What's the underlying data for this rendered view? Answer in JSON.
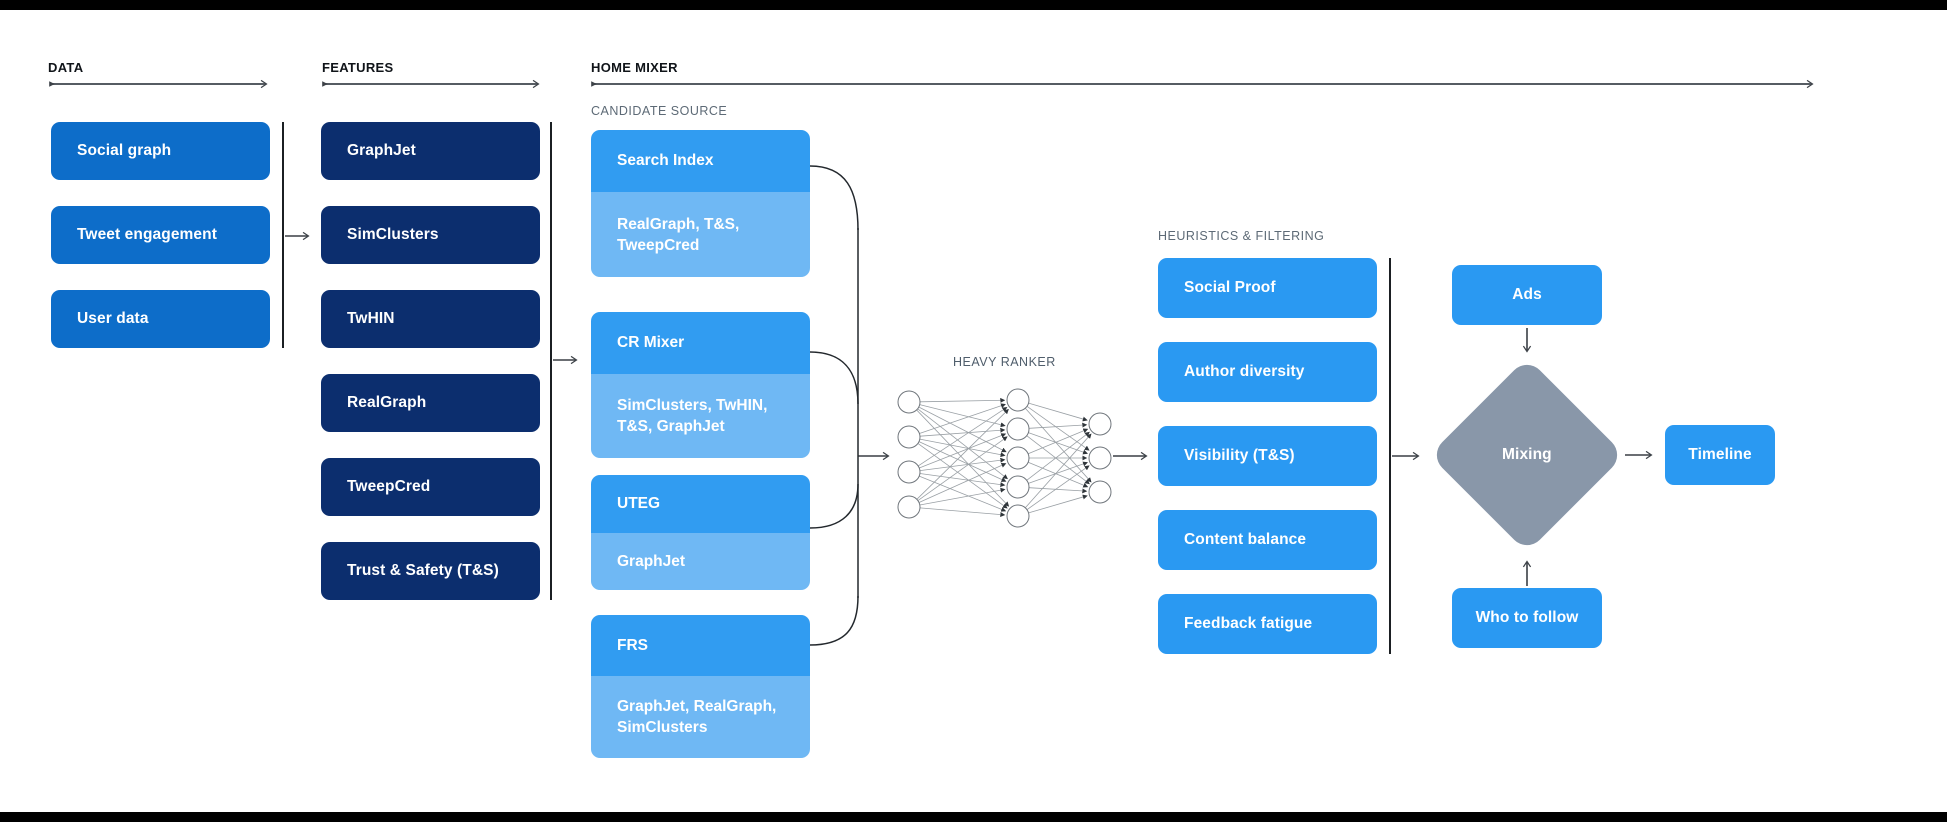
{
  "sections": {
    "data": {
      "title": "DATA",
      "items": [
        "Social graph",
        "Tweet engagement",
        "User data"
      ]
    },
    "features": {
      "title": "FEATURES",
      "items": [
        "GraphJet",
        "SimClusters",
        "TwHIN",
        "RealGraph",
        "TweepCred",
        "Trust & Safety (T&S)"
      ]
    },
    "home_mixer": {
      "title": "HOME MIXER",
      "candidate_source": {
        "label": "CANDIDATE SOURCE",
        "groups": [
          {
            "name": "Search Index",
            "sources": "RealGraph, T&S, TweepCred"
          },
          {
            "name": "CR Mixer",
            "sources": "SimClusters, TwHIN, T&S, GraphJet"
          },
          {
            "name": "UTEG",
            "sources": "GraphJet"
          },
          {
            "name": "FRS",
            "sources": "GraphJet, RealGraph, SimClusters"
          }
        ]
      },
      "heavy_ranker": {
        "label": "HEAVY RANKER"
      },
      "heuristics": {
        "label": "HEURISTICS & FILTERING",
        "items": [
          "Social Proof",
          "Author diversity",
          "Visibility (T&S)",
          "Content balance",
          "Feedback fatigue"
        ]
      },
      "mixing": {
        "label": "Mixing",
        "ads": "Ads",
        "who_to_follow": "Who to follow",
        "output": "Timeline"
      }
    }
  },
  "colors": {
    "data": "#0d6dc9",
    "features": "#0c2e6e",
    "cand-head": "#319cf1",
    "cand-sub": "#6fb8f4",
    "process": "#2a99f2",
    "diamond": "#8997a9"
  }
}
